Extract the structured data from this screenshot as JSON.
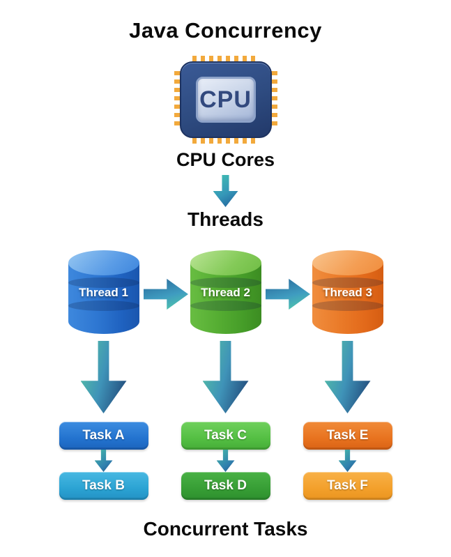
{
  "title": "Java Concurrency",
  "cpu": {
    "chip_label": "CPU",
    "caption": "CPU Cores"
  },
  "threads_label": "Threads",
  "threads": [
    {
      "label": "Thread 1",
      "color": "#2e77d2"
    },
    {
      "label": "Thread 2",
      "color": "#55ad32"
    },
    {
      "label": "Thread 3",
      "color": "#ea7a28"
    }
  ],
  "tasks": {
    "columns": [
      {
        "top": "Task A",
        "top_color": "#2373cf",
        "bottom": "Task B",
        "bottom_color": "#2ba3d3"
      },
      {
        "top": "Task C",
        "top_color": "#54bf43",
        "bottom": "Task D",
        "bottom_color": "#379e35"
      },
      {
        "top": "Task E",
        "top_color": "#e8731f",
        "bottom": "Task F",
        "bottom_color": "#f3a02b"
      }
    ],
    "caption": "Concurrent Tasks"
  },
  "palette": {
    "arrow_teal_light": "#52cfa6",
    "arrow_steel_blue": "#3f93b8",
    "arrow_dark_navy": "#1c3c6e",
    "chip_body_navy": "#2e4b80",
    "chip_pins_gold": "#f2a93c",
    "chip_text_navy": "#32497e",
    "background": "#ffffff",
    "heading_text": "#0a0a0a"
  }
}
